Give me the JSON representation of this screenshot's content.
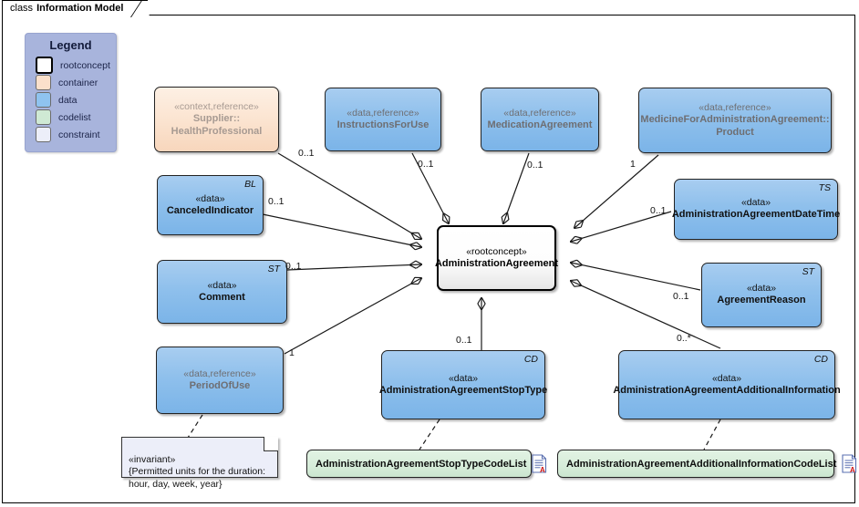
{
  "frame": {
    "keyword": "class",
    "name": "Information Model"
  },
  "legend": {
    "title": "Legend",
    "items": [
      {
        "label": "rootconcept",
        "swatch": "root",
        "color": "#ffffff"
      },
      {
        "label": "container",
        "swatch": "container",
        "color": "#fbe0cb"
      },
      {
        "label": "data",
        "swatch": "data",
        "color": "#8fc3ef"
      },
      {
        "label": "codelist",
        "swatch": "codelist",
        "color": "#cfe9d4"
      },
      {
        "label": "constraint",
        "swatch": "constraint",
        "color": "#eceef9"
      }
    ]
  },
  "nodes": {
    "supplier": {
      "stereotype": "«context,reference»",
      "name": "Supplier::\nHealthProfessional",
      "name_line1": "Supplier::",
      "name_line2": "HealthProfessional",
      "corner": ""
    },
    "instructions": {
      "stereotype": "«data,reference»",
      "name": "InstructionsForUse",
      "corner": ""
    },
    "medication": {
      "stereotype": "«data,reference»",
      "name": "MedicationAgreement",
      "corner": ""
    },
    "medicine": {
      "stereotype": "«data,reference»",
      "name_line1": "MedicineForAdministrationAgreement::",
      "name_line2": "Product",
      "corner": ""
    },
    "canceled": {
      "stereotype": "«data»",
      "name": "CanceledIndicator",
      "corner": "BL"
    },
    "comment": {
      "stereotype": "«data»",
      "name": "Comment",
      "corner": "ST"
    },
    "periodofuse": {
      "stereotype": "«data,reference»",
      "name": "PeriodOfUse",
      "corner": ""
    },
    "root": {
      "stereotype": "«rootconcept»",
      "name": "AdministrationAgreement",
      "corner": ""
    },
    "datetime": {
      "stereotype": "«data»",
      "name": "AdministrationAgreementDateTime",
      "corner": "TS"
    },
    "reason": {
      "stereotype": "«data»",
      "name": "AgreementReason",
      "corner": "ST"
    },
    "stoptype": {
      "stereotype": "«data»",
      "name": "AdministrationAgreementStopType",
      "corner": "CD"
    },
    "addinfo": {
      "stereotype": "«data»",
      "name": "AdministrationAgreementAdditionalInformation",
      "corner": "CD"
    },
    "stoptype_codelist": {
      "name": "AdministrationAgreementStopTypeCodeList",
      "icon": "xsd-document-icon"
    },
    "addinfo_codelist": {
      "name": "AdministrationAgreementAdditionalInformationCodeList",
      "icon": "xsd-document-icon"
    }
  },
  "note": {
    "stereotype": "«invariant»",
    "text": "«invariant»\n{Permitted units for the duration:\nhour, day, week, year}"
  },
  "multiplicities": {
    "supplier": "0..1",
    "instructions": "0..1",
    "medication": "0..1",
    "medicine": "1",
    "canceled": "0..1",
    "comment": "0..1",
    "periodofuse": "1",
    "datetime": "0..1",
    "reason": "0..1",
    "stoptype": "0..1",
    "addinfo": "0..*"
  },
  "colors": {
    "data_fill": "#8fc0ec",
    "container_fill": "#fbe3cf",
    "codelist_fill": "#d6ecd9",
    "constraint_fill": "#eceef9",
    "rootconcept_fill": "#ffffff",
    "legend_bg": "#a8b4dc",
    "line": "#1a1a1a"
  }
}
